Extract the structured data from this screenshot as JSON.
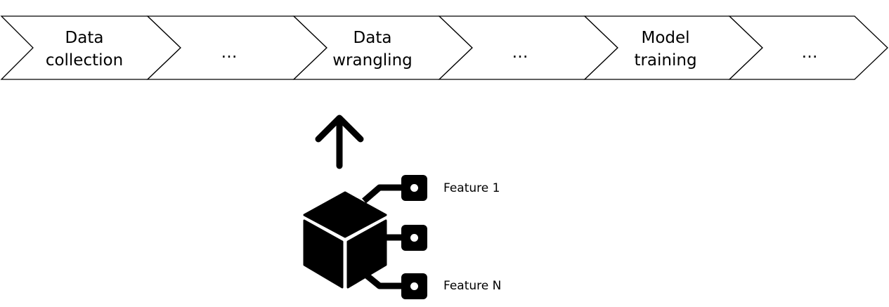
{
  "pipeline": {
    "steps": [
      {
        "lines": [
          "Data",
          "collection"
        ]
      },
      {
        "lines": [
          "…"
        ]
      },
      {
        "lines": [
          "Data",
          "wrangling"
        ]
      },
      {
        "lines": [
          "…"
        ]
      },
      {
        "lines": [
          "Model",
          "training"
        ]
      },
      {
        "lines": [
          "…"
        ]
      }
    ]
  },
  "features": {
    "items": [
      {
        "label": "Feature 1"
      },
      {
        "label": ""
      },
      {
        "label": "Feature N"
      }
    ]
  },
  "icons": {
    "arrow": "up-arrow-icon",
    "cube": "cube-icon",
    "connector": "connector-node-icon"
  },
  "colors": {
    "stroke": "#000000",
    "fill": "#ffffff"
  }
}
